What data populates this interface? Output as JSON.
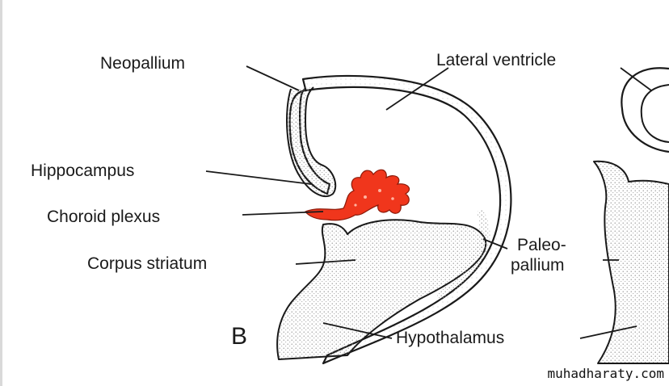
{
  "labels": {
    "neopallium": "Neopallium",
    "lateral_ventricle": "Lateral ventricle",
    "hippocampus": "Hippocampus",
    "choroid_plexus": "Choroid plexus",
    "corpus_striatum": "Corpus striatum",
    "paleopallium_line1": "Paleo-",
    "paleopallium_line2": "pallium",
    "hypothalamus": "Hypothalamus",
    "panel_letter": "B"
  },
  "watermark": "muhadharaty.com",
  "colors": {
    "choroid_plexus": "#f0361c",
    "outline": "#1a1a1a",
    "stipple": "#9a9a9a"
  }
}
